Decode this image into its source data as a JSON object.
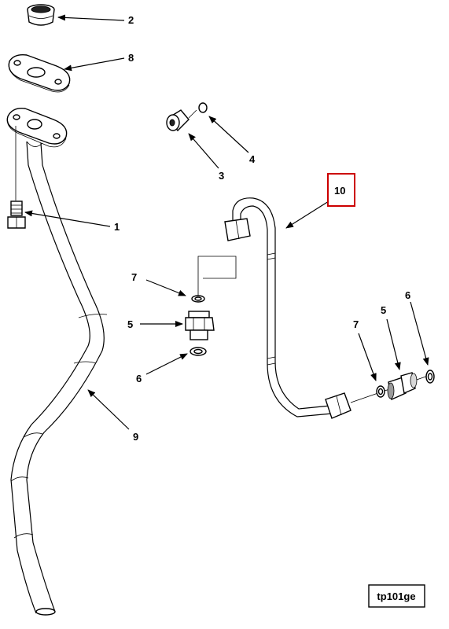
{
  "callouts": {
    "c2": "2",
    "c8": "8",
    "c1": "1",
    "c3": "3",
    "c4": "4",
    "c10": "10",
    "c7a": "7",
    "c5a": "5",
    "c6a": "6",
    "c9": "9",
    "c7b": "7",
    "c5b": "5",
    "c6b": "6"
  },
  "reference_label": "tp101ge",
  "highlight_color": "#cc0000"
}
